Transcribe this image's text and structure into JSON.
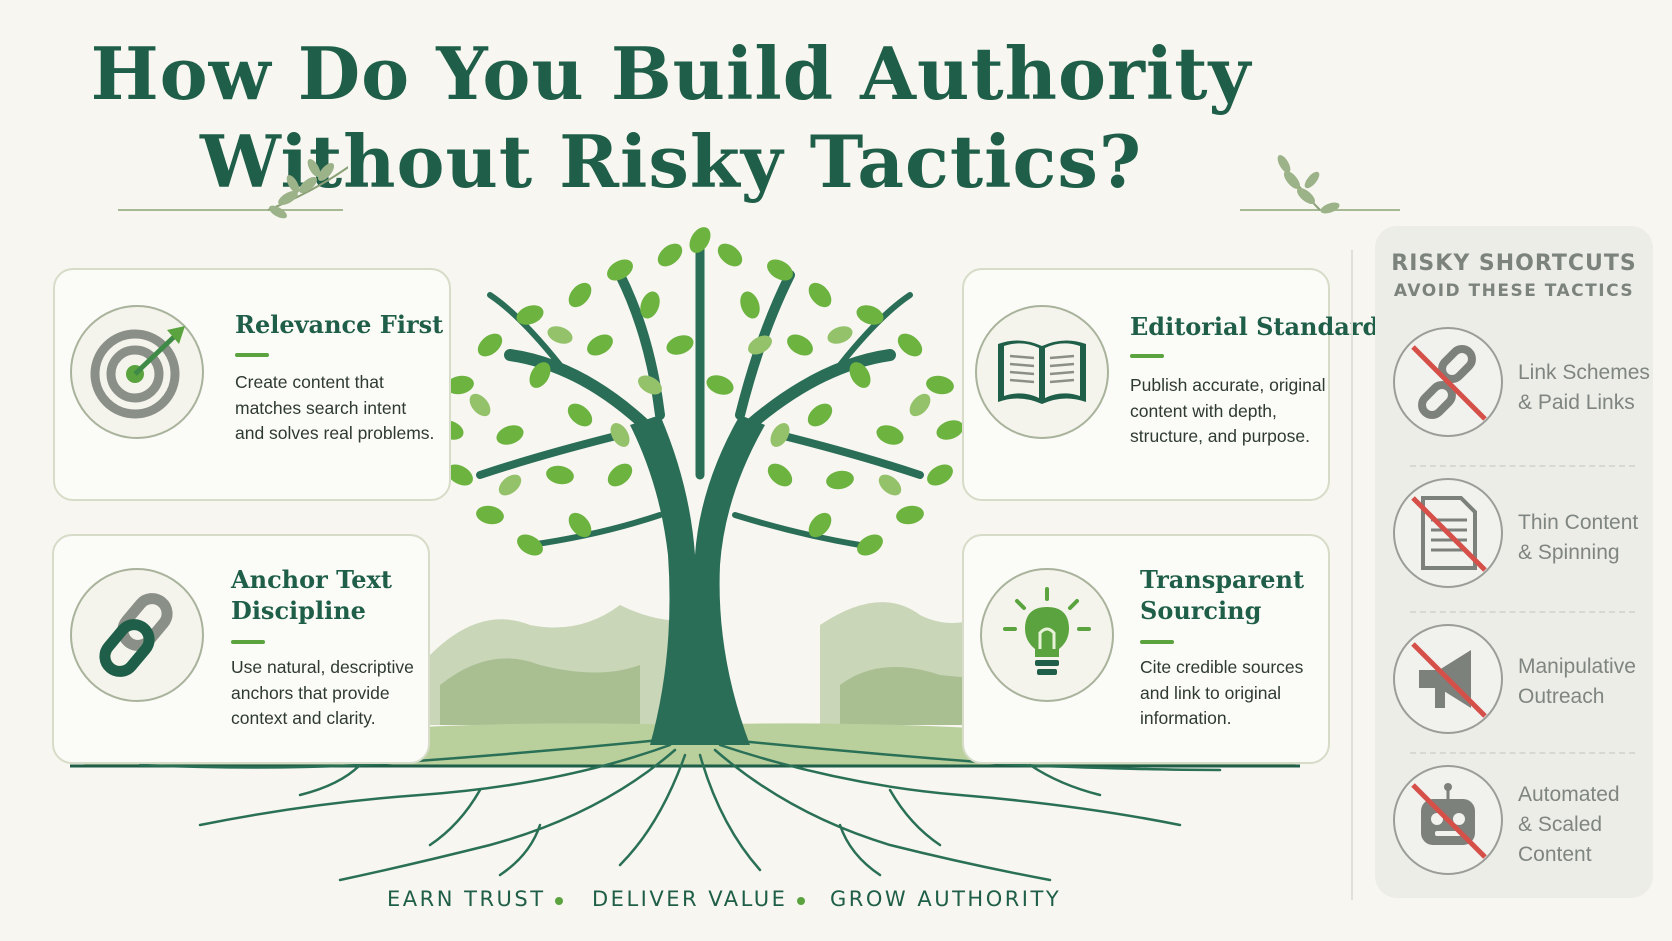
{
  "title": {
    "line1": "How Do You Build Authority",
    "line2": "Without Risky Tactics?"
  },
  "cards": {
    "relevance": {
      "title": "Relevance First",
      "desc": [
        "Create content that",
        "matches search intent",
        "and solves real problems."
      ],
      "icon": "target-arrow-icon"
    },
    "anchor": {
      "title": [
        "Anchor Text",
        "Discipline"
      ],
      "desc": [
        "Use natural, descriptive",
        "anchors that provide",
        "context and clarity."
      ],
      "icon": "chain-link-icon"
    },
    "editorial": {
      "title": "Editorial Standards",
      "desc": [
        "Publish accurate, original",
        "content with depth,",
        "structure, and purpose."
      ],
      "icon": "open-book-icon"
    },
    "sourcing": {
      "title": [
        "Transparent",
        "Sourcing"
      ],
      "desc": [
        "Cite credible sources",
        "and link to original",
        "information."
      ],
      "icon": "lightbulb-icon"
    }
  },
  "footer": {
    "item1": "EARN TRUST",
    "item2": "DELIVER VALUE",
    "item3": "GROW AUTHORITY"
  },
  "risky": {
    "heading": "RISKY SHORTCUTS",
    "subheading": "AVOID THESE TACTICS",
    "items": [
      {
        "lines": [
          "Link Schemes",
          "& Paid Links"
        ],
        "icon": "broken-chain-icon"
      },
      {
        "lines": [
          "Thin Content",
          "& Spinning"
        ],
        "icon": "document-icon"
      },
      {
        "lines": [
          "Manipulative",
          "Outreach"
        ],
        "icon": "megaphone-icon"
      },
      {
        "lines": [
          "Automated",
          "& Scaled",
          "Content"
        ],
        "icon": "robot-icon"
      }
    ]
  },
  "colors": {
    "primary_green": "#1f5e48",
    "accent_green": "#5aa33e",
    "leaf_green": "#6cb33f",
    "risk_red": "#d6504a",
    "background": "#f7f6f0"
  }
}
